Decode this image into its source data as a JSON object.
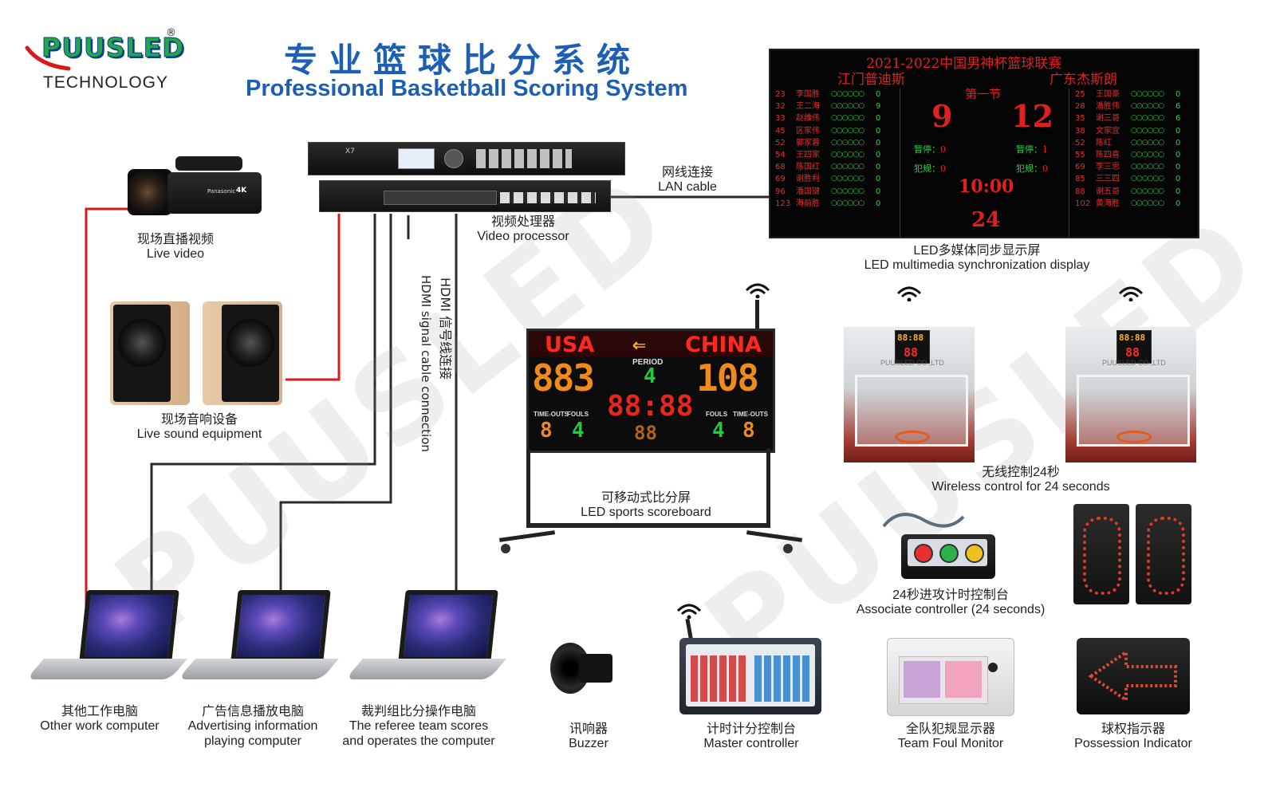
{
  "logo": {
    "brand": "PUUSLED",
    "registered": "®",
    "sub": "TECHNOLOGY"
  },
  "header": {
    "title_zh": "专业篮球比分系统",
    "title_en": "Professional Basketball Scoring System"
  },
  "watermark": "PUUSLED",
  "colors": {
    "title_blue": "#1d5fb4",
    "cable_red": "#d9191a",
    "cable_dark": "#2a2a2a",
    "led_red": "#e02020",
    "led_green": "#1ec840",
    "led_orange": "#f08a1a"
  },
  "captions": {
    "live_video": {
      "zh": "现场直播视频",
      "en": "Live video"
    },
    "sound": {
      "zh": "现场音响设备",
      "en": "Live sound equipment"
    },
    "processor": {
      "zh": "视频处理器",
      "en": "Video processor"
    },
    "lan": {
      "zh": "网线连接",
      "en": "LAN cable"
    },
    "led_display": {
      "zh": "LED多媒体同步显示屏",
      "en": "LED multimedia synchronization display"
    },
    "hdmi_zh": "HDMI 信号线连接",
    "hdmi_en": "HDMI signal cable connection",
    "portable": {
      "zh": "可移动式比分屏",
      "en": "LED sports scoreboard"
    },
    "wireless24": {
      "zh": "无线控制24秒",
      "en": "Wireless control for 24 seconds"
    },
    "assoc": {
      "zh": "24秒进攻计时控制台",
      "en": "Associate controller (24 seconds)"
    },
    "other_pc": {
      "zh": "其他工作电脑",
      "en": "Other work computer"
    },
    "ad_pc": {
      "zh": "广告信息播放电脑",
      "en1": "Advertising information",
      "en2": "playing computer"
    },
    "referee_pc": {
      "zh": "裁判组比分操作电脑",
      "en1": "The referee team scores",
      "en2": "and operates the computer"
    },
    "buzzer": {
      "zh": "讯响器",
      "en": "Buzzer"
    },
    "master": {
      "zh": "计时计分控制台",
      "en": "Master controller"
    },
    "foul": {
      "zh": "全队犯规显示器",
      "en": "Team Foul Monitor"
    },
    "possession": {
      "zh": "球权指示器",
      "en": "Possession Indicator"
    }
  },
  "display": {
    "league": "2021-2022中国男神杯篮球联赛",
    "team_home": "江门普迪斯",
    "team_away": "广东杰斯朗",
    "period": "第一节",
    "score_home": "9",
    "score_away": "12",
    "timeout_label": "暂停：",
    "timeout_home": "0",
    "timeout_away": "1",
    "foul_label": "犯规：",
    "foul_home": "0",
    "foul_away": "0",
    "clock": "10:00",
    "shot_clock": "24",
    "home_players": [
      {
        "n": "23",
        "name": "李国胜",
        "dots": "○○○○○○",
        "f": "0"
      },
      {
        "n": "32",
        "name": "王二海",
        "dots": "○○○○○○",
        "f": "9"
      },
      {
        "n": "33",
        "name": "赵维伟",
        "dots": "○○○○○○",
        "f": "0"
      },
      {
        "n": "45",
        "name": "区家伟",
        "dots": "○○○○○○",
        "f": "0"
      },
      {
        "n": "52",
        "name": "郭家蓉",
        "dots": "○○○○○○",
        "f": "0"
      },
      {
        "n": "54",
        "name": "王四家",
        "dots": "○○○○○○",
        "f": "0"
      },
      {
        "n": "68",
        "name": "陈国红",
        "dots": "○○○○○○",
        "f": "0"
      },
      {
        "n": "69",
        "name": "谢胜利",
        "dots": "○○○○○○",
        "f": "0"
      },
      {
        "n": "96",
        "name": "潘国键",
        "dots": "○○○○○○",
        "f": "0"
      },
      {
        "n": "123",
        "name": "海前胜",
        "dots": "○○○○○○",
        "f": "0"
      }
    ],
    "away_players": [
      {
        "n": "25",
        "name": "王国豪",
        "dots": "○○○○○○",
        "f": "0"
      },
      {
        "n": "28",
        "name": "潘胜伟",
        "dots": "○○○○○○",
        "f": "6"
      },
      {
        "n": "35",
        "name": "谢三哥",
        "dots": "○○○○○○",
        "f": "6"
      },
      {
        "n": "38",
        "name": "文家宜",
        "dots": "○○○○○○",
        "f": "0"
      },
      {
        "n": "52",
        "name": "陈红",
        "dots": "○○○○○○",
        "f": "0"
      },
      {
        "n": "55",
        "name": "陈四喜",
        "dots": "○○○○○○",
        "f": "0"
      },
      {
        "n": "69",
        "name": "李三思",
        "dots": "○○○○○○",
        "f": "0"
      },
      {
        "n": "85",
        "name": "三三四",
        "dots": "○○○○○○",
        "f": "0"
      },
      {
        "n": "88",
        "name": "谢五哥",
        "dots": "○○○○○○",
        "f": "0"
      },
      {
        "n": "102",
        "name": "黄海胜",
        "dots": "○○○○○○",
        "f": "0"
      }
    ]
  },
  "sport_board": {
    "team_home": "USA",
    "team_away": "CHINA",
    "arrow": "⇐",
    "period_label": "PERIOD",
    "period": "4",
    "score_home": "883",
    "score_away": "108",
    "clock": "88:88",
    "shot": "88",
    "to_label": "TIME-OUTS",
    "fouls_label": "FOULS",
    "to_home": "8",
    "fouls_home": "4",
    "fouls_away": "4",
    "to_away": "8"
  },
  "shot_clock_units": {
    "top": "88:88",
    "bottom": "88",
    "overlay": "PUUSLED CO.,LTD"
  },
  "camera": {
    "brand": "Panasonic",
    "badge": "4K"
  },
  "processor_unit": {
    "model": "X7"
  }
}
